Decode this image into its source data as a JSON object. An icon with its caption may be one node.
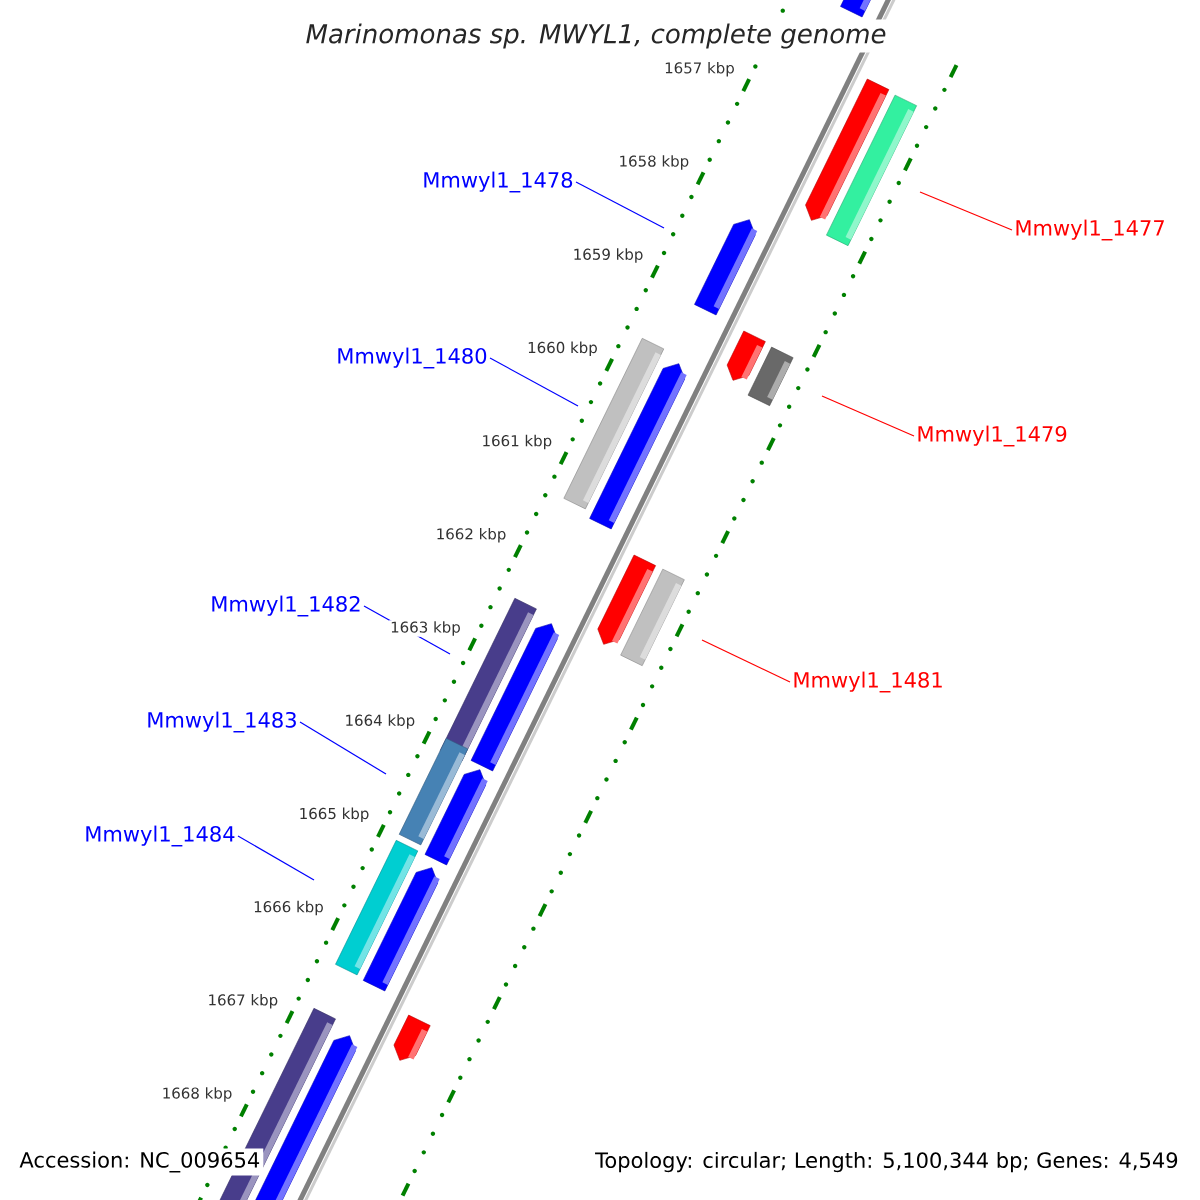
{
  "diagram": {
    "title": "Marinomonas sp. MWYL1, complete genome",
    "nodes": [
      {
        "text": [
          "Mmwyl1_1478"
        ]
      },
      {
        "text": [
          "Mmwyl1_1477"
        ]
      },
      {
        "text": [
          "Mmwyl1_1480"
        ]
      },
      {
        "text": [
          "Mmwyl1_1479"
        ]
      },
      {
        "text": [
          "Mmwyl1_1482"
        ]
      },
      {
        "text": [
          "Mmwyl1_1481"
        ]
      },
      {
        "text": [
          "Mmwyl1_1483"
        ]
      },
      {
        "text": [
          "Mmwyl1_1484"
        ]
      }
    ],
    "edges": [
      {
        "from": 0,
        "to": null,
        "arrow": "none"
      },
      {
        "from": 1,
        "to": null,
        "arrow": "none",
        "color": "#ff0000"
      },
      {
        "from": 2,
        "to": null,
        "arrow": "none"
      },
      {
        "from": 3,
        "to": null,
        "arrow": "none",
        "color": "#ff0000"
      },
      {
        "from": 4,
        "to": null,
        "arrow": "none"
      },
      {
        "from": 5,
        "to": null,
        "arrow": "none",
        "color": "#ff0000"
      },
      {
        "from": 6,
        "to": null,
        "arrow": "none"
      },
      {
        "from": 7,
        "to": null,
        "arrow": "none"
      }
    ],
    "labels": [
      "1657 kbp",
      "1658 kbp",
      "1659 kbp",
      "1660 kbp",
      "1661 kbp",
      "1662 kbp",
      "1663 kbp",
      "1664 kbp",
      "1665 kbp",
      "1666 kbp",
      "1667 kbp",
      "1668 kbp",
      "Accession: NC_009654",
      "Topology: circular; Length: 5,100,344 bp; Genes: 4,549"
    ]
  }
}
